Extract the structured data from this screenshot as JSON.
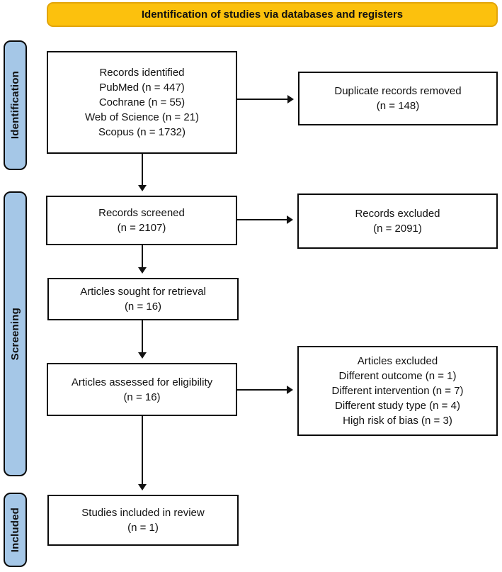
{
  "header": {
    "label": "Identification of studies via databases and registers"
  },
  "stages": [
    {
      "label": "Identification"
    },
    {
      "label": "Screening"
    },
    {
      "label": "Included"
    }
  ],
  "boxes": {
    "records_identified": {
      "lines": [
        "Records identified",
        "PubMed (n = 447)",
        "Cochrane (n = 55)",
        "Web of Science (n = 21)",
        "Scopus (n = 1732)"
      ]
    },
    "duplicates_removed": {
      "lines": [
        "Duplicate records removed",
        "(n = 148)"
      ]
    },
    "records_screened": {
      "lines": [
        "Records screened",
        "(n = 2107)"
      ]
    },
    "records_excluded": {
      "lines": [
        "Records excluded",
        "(n = 2091)"
      ]
    },
    "articles_sought": {
      "lines": [
        "Articles sought for retrieval",
        "(n = 16)"
      ]
    },
    "articles_assessed": {
      "lines": [
        "Articles assessed for eligibility",
        "(n = 16)"
      ]
    },
    "articles_excluded": {
      "lines": [
        "Articles excluded",
        "Different outcome (n = 1)",
        "Different intervention (n = 7)",
        "Different study type (n = 4)",
        "High risk of bias (n = 3)"
      ]
    },
    "studies_included": {
      "lines": [
        "Studies included in review",
        "(n = 1)"
      ]
    }
  },
  "colors": {
    "header_bg": "#FCC10D",
    "header_border": "#E2A50B",
    "stage_bg": "#A5C7E7",
    "line_color": "#111111"
  }
}
